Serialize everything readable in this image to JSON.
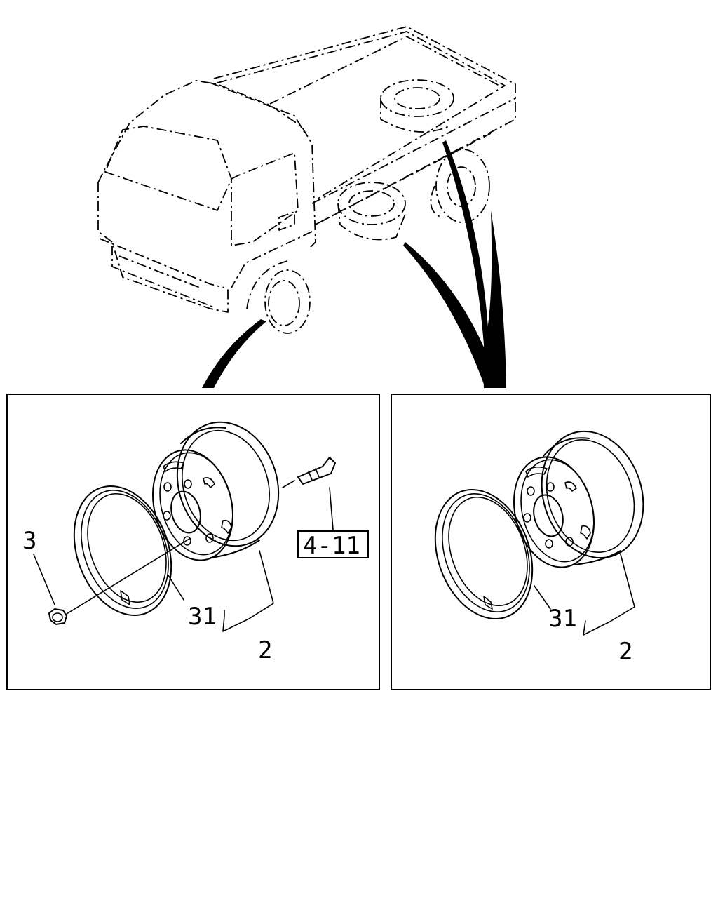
{
  "labels": {
    "left_panel": {
      "nut": "3",
      "rim_band": "31",
      "wheel": "2",
      "reference_box": "4-11"
    },
    "right_panel": {
      "rim_band": "31",
      "wheel": "2"
    }
  }
}
